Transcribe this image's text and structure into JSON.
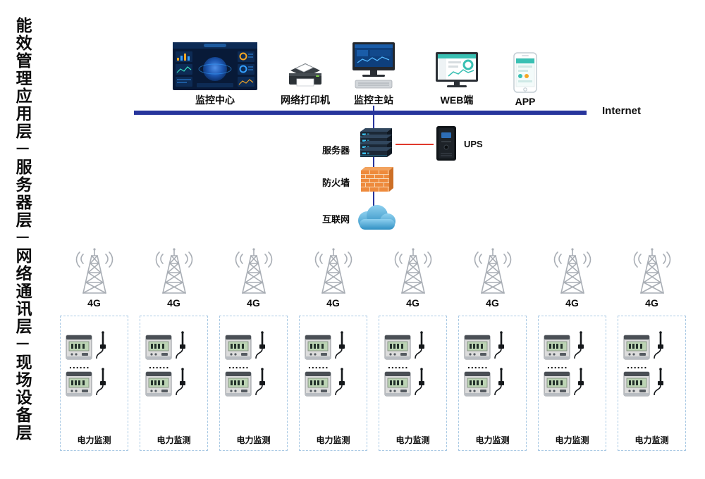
{
  "colors": {
    "bus": "#27359c",
    "connector": "#27359c",
    "ups_link": "#e0392c",
    "box_border": "#a9c9e4",
    "tower": "#a9aeb5",
    "text": "#0d0d0d"
  },
  "sidebar": {
    "separator": "一",
    "layers": [
      {
        "label": "能效管理应用层"
      },
      {
        "label": "服务器层"
      },
      {
        "label": "网络通讯层"
      },
      {
        "label": "现场设备层"
      }
    ]
  },
  "application_layer": {
    "devices": [
      {
        "label": "监控中心"
      },
      {
        "label": "网络打印机"
      },
      {
        "label": "监控主站"
      },
      {
        "label": "WEB端"
      },
      {
        "label": "APP"
      }
    ]
  },
  "bus": {
    "label": "Internet"
  },
  "server_layer": {
    "server_label": "服务器",
    "ups_label": "UPS",
    "firewall_label": "防火墙",
    "internet_label": "互联网"
  },
  "network_layer": {
    "tower_count": 8,
    "tower_label": "4G"
  },
  "field_layer": {
    "box_count": 8,
    "box_label": "电力监测",
    "dots": "......"
  }
}
